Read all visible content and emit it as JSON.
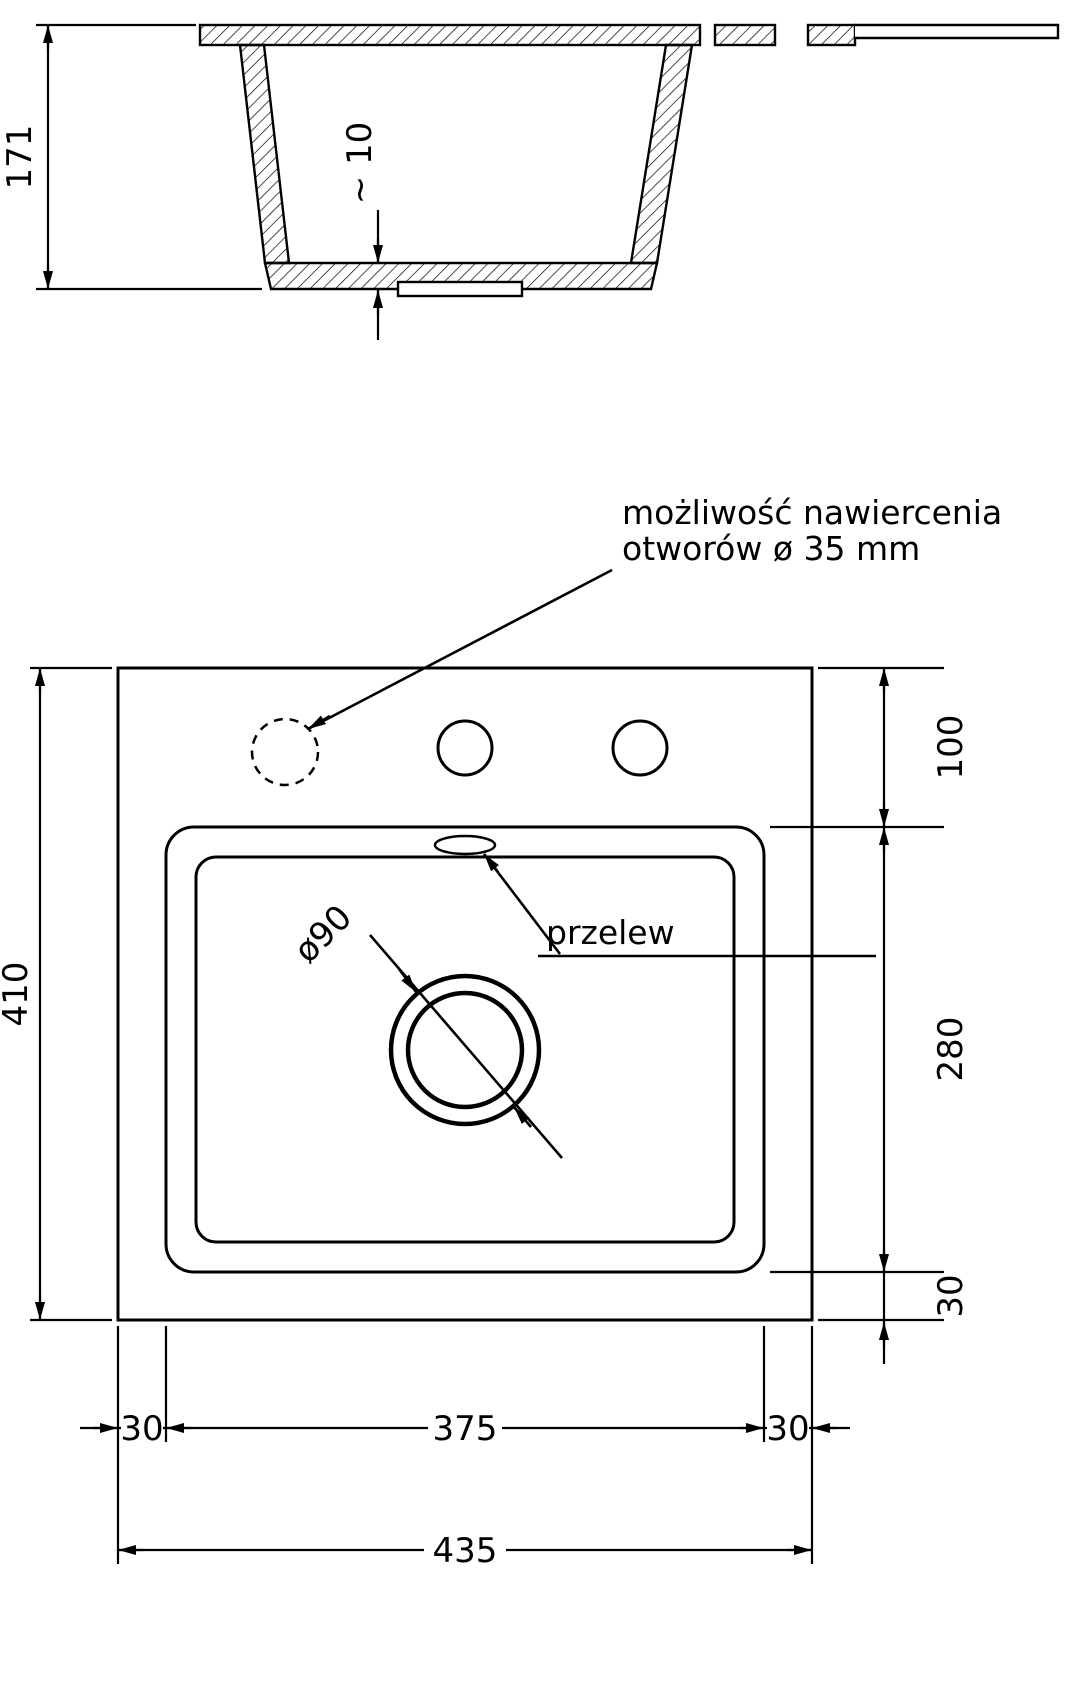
{
  "section": {
    "depth": "171",
    "bottom_thickness": "~ 10"
  },
  "plan": {
    "overall_width": "435",
    "overall_height": "410",
    "left_margin": "30",
    "bowl_width": "375",
    "right_margin": "30",
    "top_offset": "100",
    "bowl_height": "280",
    "bottom_margin": "30",
    "drain_diameter": "ø90",
    "overflow_label": "przelew",
    "drill_note_line1": "możliwość nawiercenia",
    "drill_note_line2": "otworów ø 35 mm"
  },
  "colors": {
    "line": "#000000",
    "background": "#ffffff"
  }
}
